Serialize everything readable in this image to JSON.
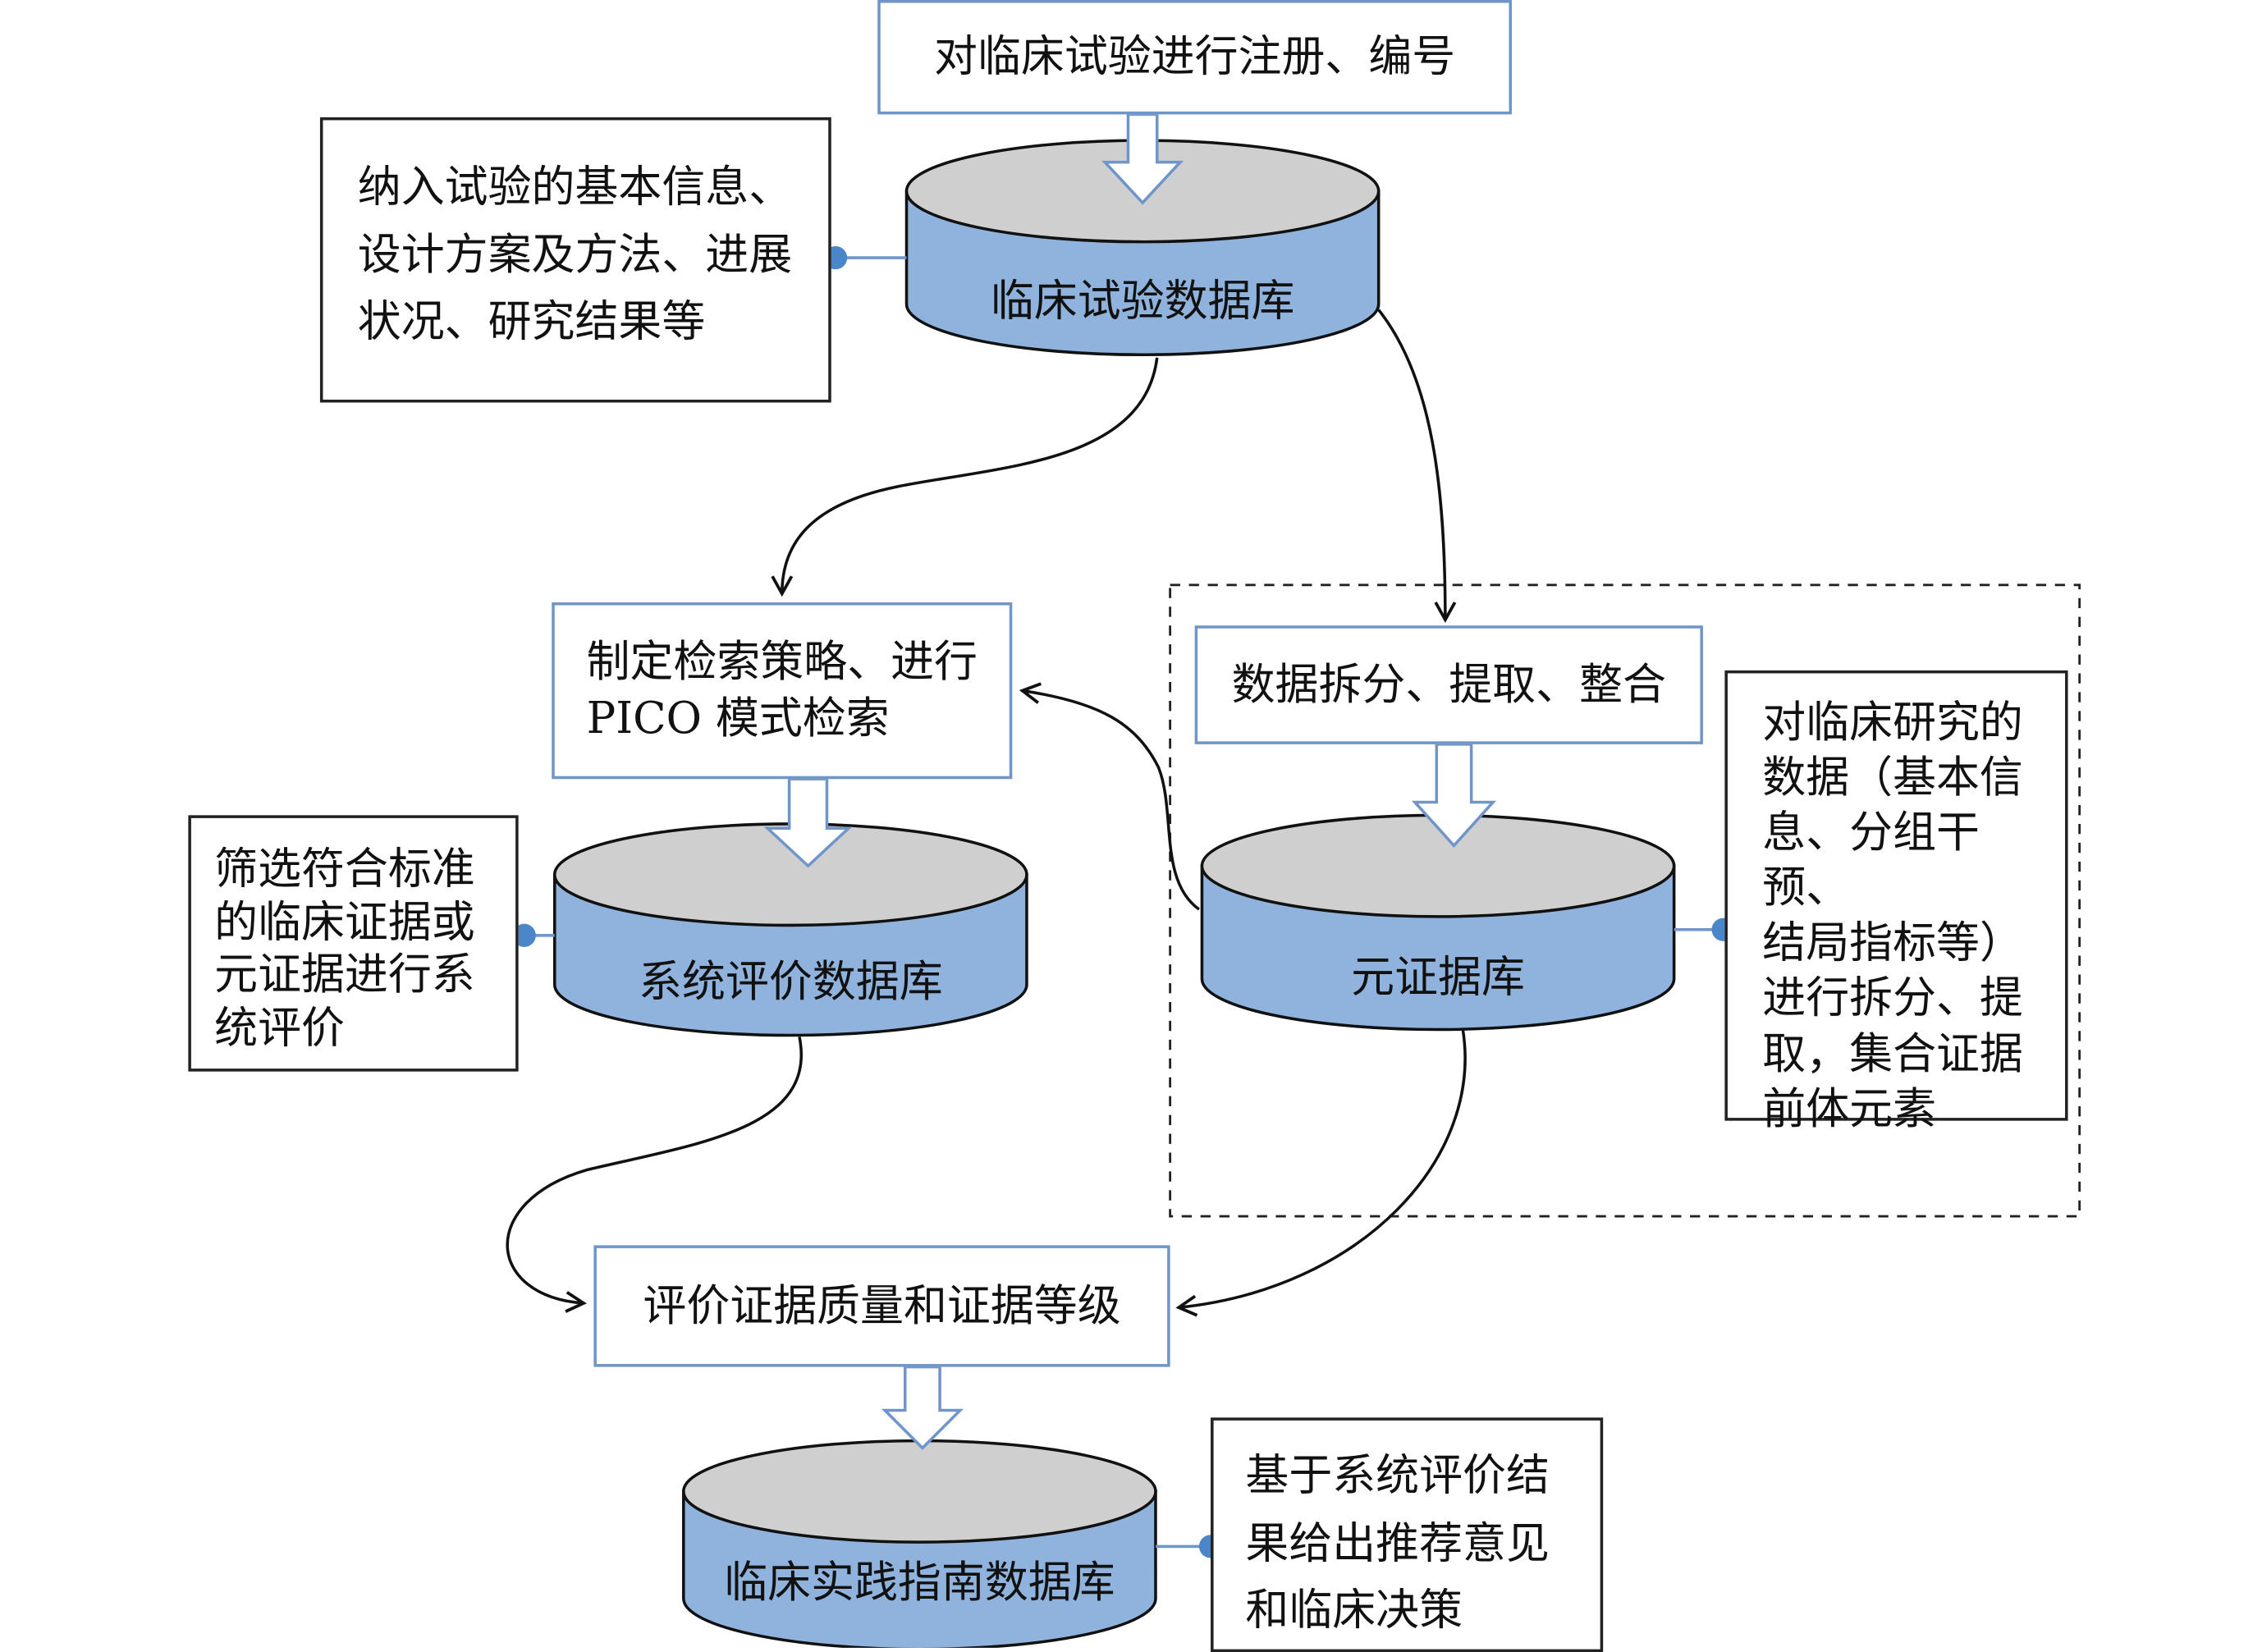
{
  "diagram": {
    "register_box": "对临床试验进行注册、编号",
    "trial_db": "临床试验数据库",
    "trial_note": "纳入试验的基本信息、\n设计方案及方法、进展\n状况、研究结果等",
    "search_box": "制定检索策略、进行\nPICO 模式检索",
    "sysreview_db": "系统评价数据库",
    "sysreview_note": "筛选符合标准\n的临床证据或\n元证据进行系\n统评价",
    "split_box": "数据拆分、提取、整合",
    "meta_db": "元证据库",
    "meta_note": "对临床研究的\n数据（基本信\n息、分组干预、\n结局指标等）\n进行拆分、提\n取，集合证据\n前体元素",
    "evaluate_box": "评价证据质量和证据等级",
    "guideline_db": "临床实践指南数据库",
    "guideline_note": "基于系统评价结\n果给出推荐意见\n和临床决策"
  },
  "colors": {
    "db_body": "#8fb3dc",
    "db_top": "#cfcfcf",
    "blue_border": "#6f95c9",
    "connector_dot": "#4a86c8"
  }
}
